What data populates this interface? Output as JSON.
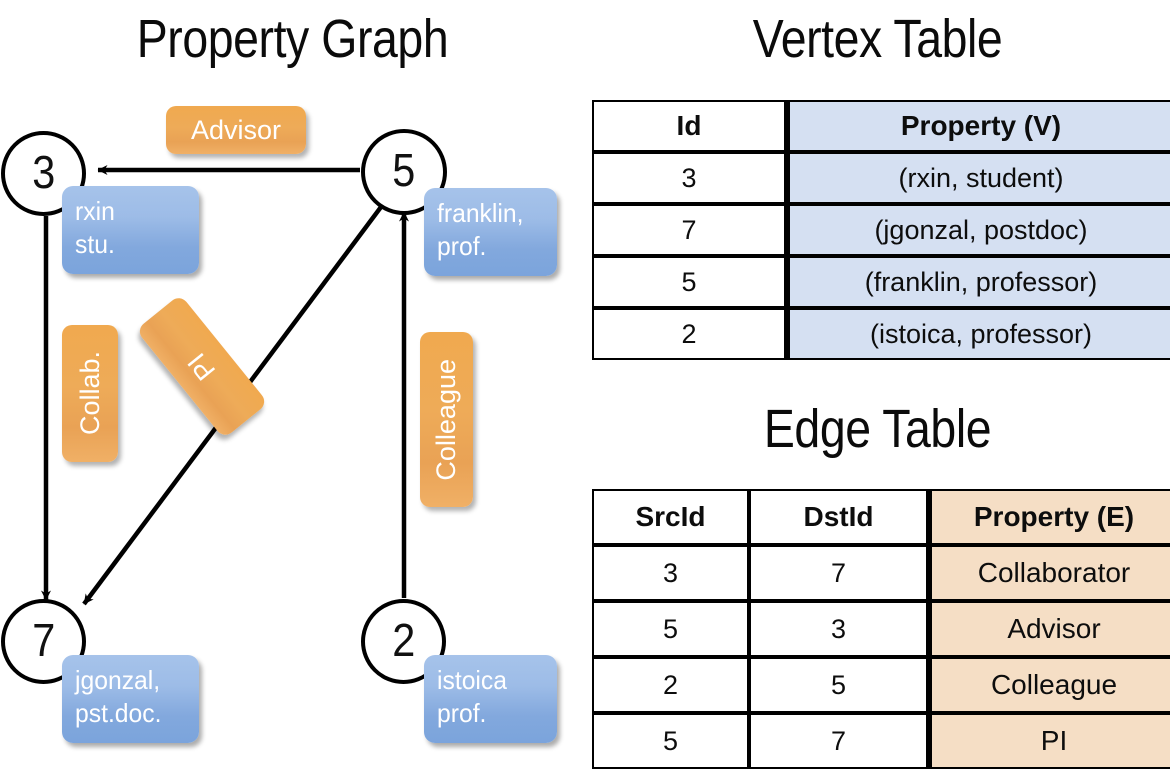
{
  "titles": {
    "property_graph": "Property Graph",
    "vertex_table": "Vertex Table",
    "edge_table": "Edge Table"
  },
  "colors": {
    "vertex_property_fill": "#d5e0f2",
    "edge_property_fill": "#f5dec5",
    "node_box_blue": "#9dbce7",
    "edge_badge_orange": "#eeab58",
    "stroke": "#000000",
    "background": "#ffffff"
  },
  "graph": {
    "nodes": [
      {
        "id": "3",
        "label": "3",
        "property_lines": [
          "rxin",
          "stu."
        ]
      },
      {
        "id": "5",
        "label": "5",
        "property_lines": [
          "franklin,",
          "prof."
        ]
      },
      {
        "id": "7",
        "label": "7",
        "property_lines": [
          "jgonzal,",
          "pst.doc."
        ]
      },
      {
        "id": "2",
        "label": "2",
        "property_lines": [
          "istoica",
          "prof."
        ]
      }
    ],
    "edge_labels": [
      {
        "name": "advisor",
        "text": "Advisor",
        "orientation": "horizontal"
      },
      {
        "name": "collab",
        "text": "Collab.",
        "orientation": "vertical"
      },
      {
        "name": "pi",
        "text": "PI",
        "orientation": "diagonal"
      },
      {
        "name": "colleague",
        "text": "Colleague",
        "orientation": "vertical"
      }
    ],
    "edges": [
      {
        "src": "5",
        "dst": "3",
        "label": "Advisor"
      },
      {
        "src": "3",
        "dst": "7",
        "label": "Collab."
      },
      {
        "src": "5",
        "dst": "7",
        "label": "PI"
      },
      {
        "src": "2",
        "dst": "5",
        "label": "Colleague"
      }
    ]
  },
  "vertex_table": {
    "columns": [
      "Id",
      "Property (V)"
    ],
    "rows": [
      {
        "id": "3",
        "property": "(rxin, student)"
      },
      {
        "id": "7",
        "property": "(jgonzal, postdoc)"
      },
      {
        "id": "5",
        "property": "(franklin, professor)"
      },
      {
        "id": "2",
        "property": "(istoica, professor)"
      }
    ]
  },
  "edge_table": {
    "columns": [
      "SrcId",
      "DstId",
      "Property (E)"
    ],
    "rows": [
      {
        "src": "3",
        "dst": "7",
        "property": "Collaborator"
      },
      {
        "src": "5",
        "dst": "3",
        "property": "Advisor"
      },
      {
        "src": "2",
        "dst": "5",
        "property": "Colleague"
      },
      {
        "src": "5",
        "dst": "7",
        "property": "PI"
      }
    ]
  }
}
